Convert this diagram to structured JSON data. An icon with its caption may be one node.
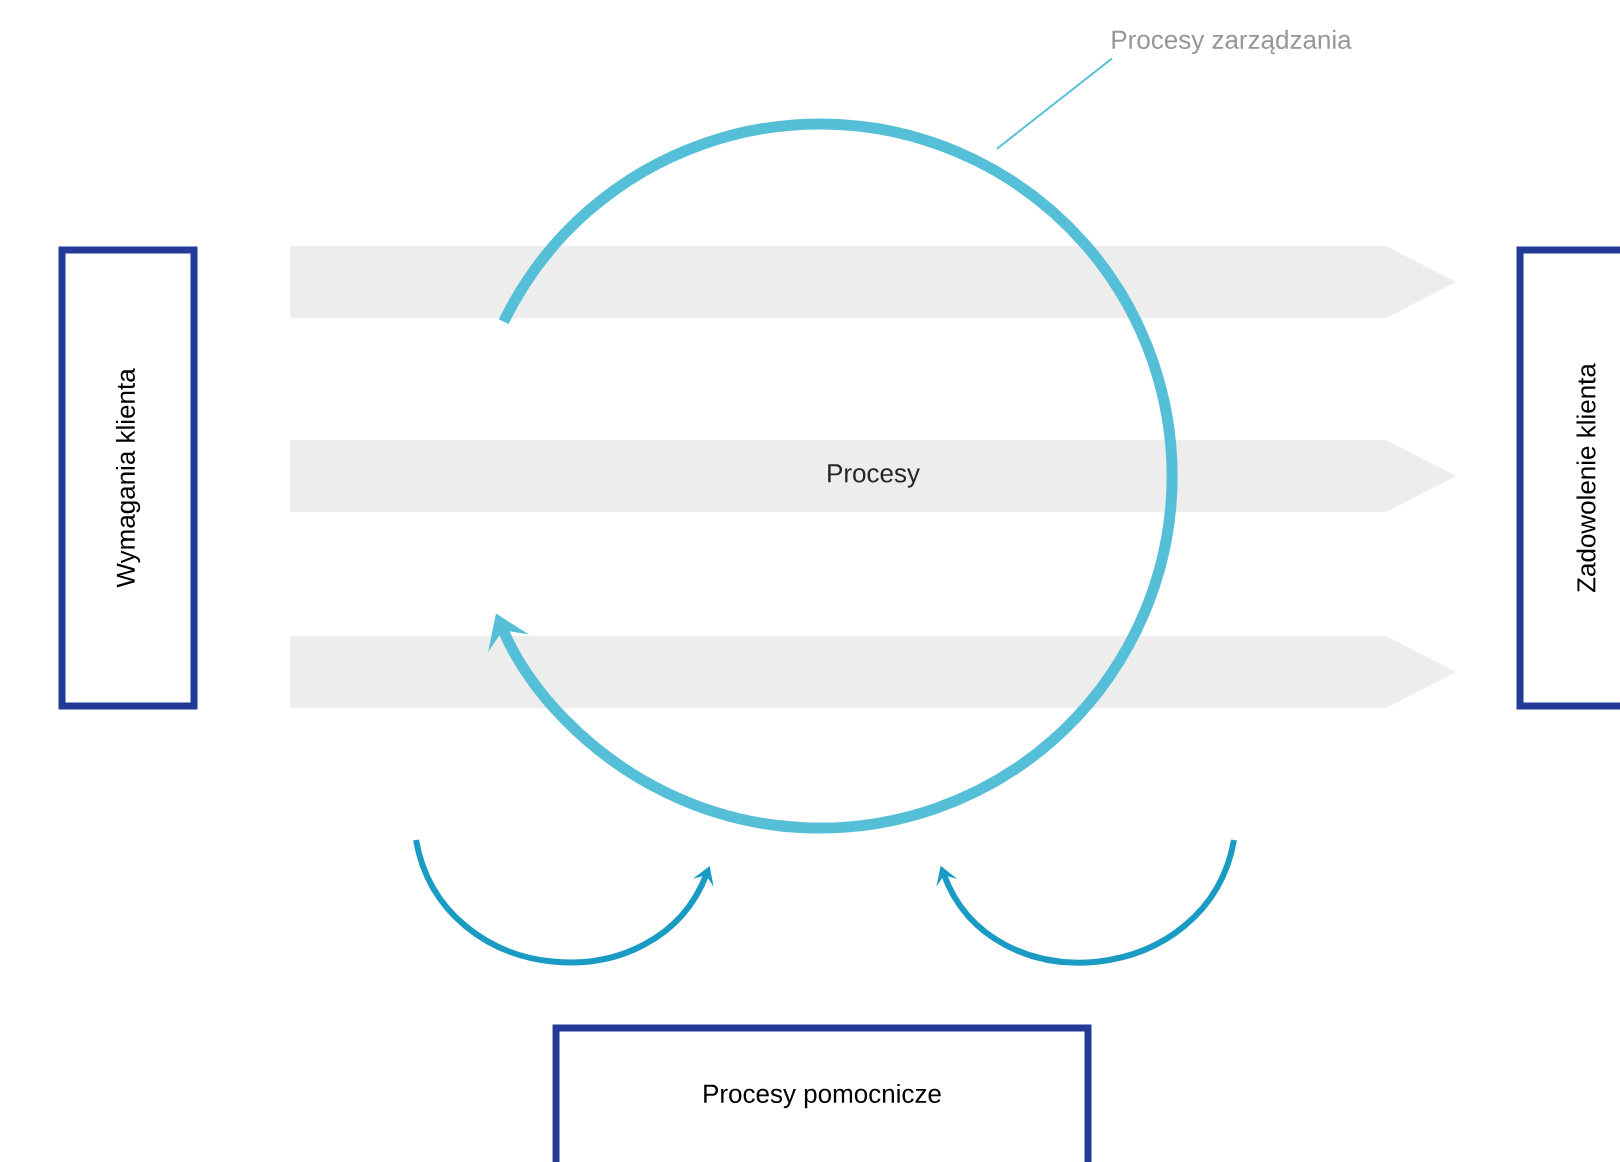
{
  "diagram": {
    "nodes": [
      {
        "text": [
          "Procesy zarządzania"
        ]
      },
      {
        "text": [
          "Wymagania klienta"
        ]
      },
      {
        "text": [],
        "shape": "arrow"
      },
      {
        "text": [],
        "shape": "circle"
      },
      {
        "text": [
          "Procesy"
        ]
      },
      {
        "text": [],
        "shape": "arrow"
      },
      {
        "text": [
          "Zadowolenie klienta"
        ]
      },
      {
        "text": [
          "Procesy pomocnicze"
        ]
      }
    ],
    "edges": [
      {
        "from": 0,
        "to": 3,
        "arrow": "none"
      },
      {
        "from": null,
        "to": 3,
        "arrow": "to"
      },
      {
        "from": null,
        "to": 3,
        "arrow": "to"
      }
    ]
  }
}
